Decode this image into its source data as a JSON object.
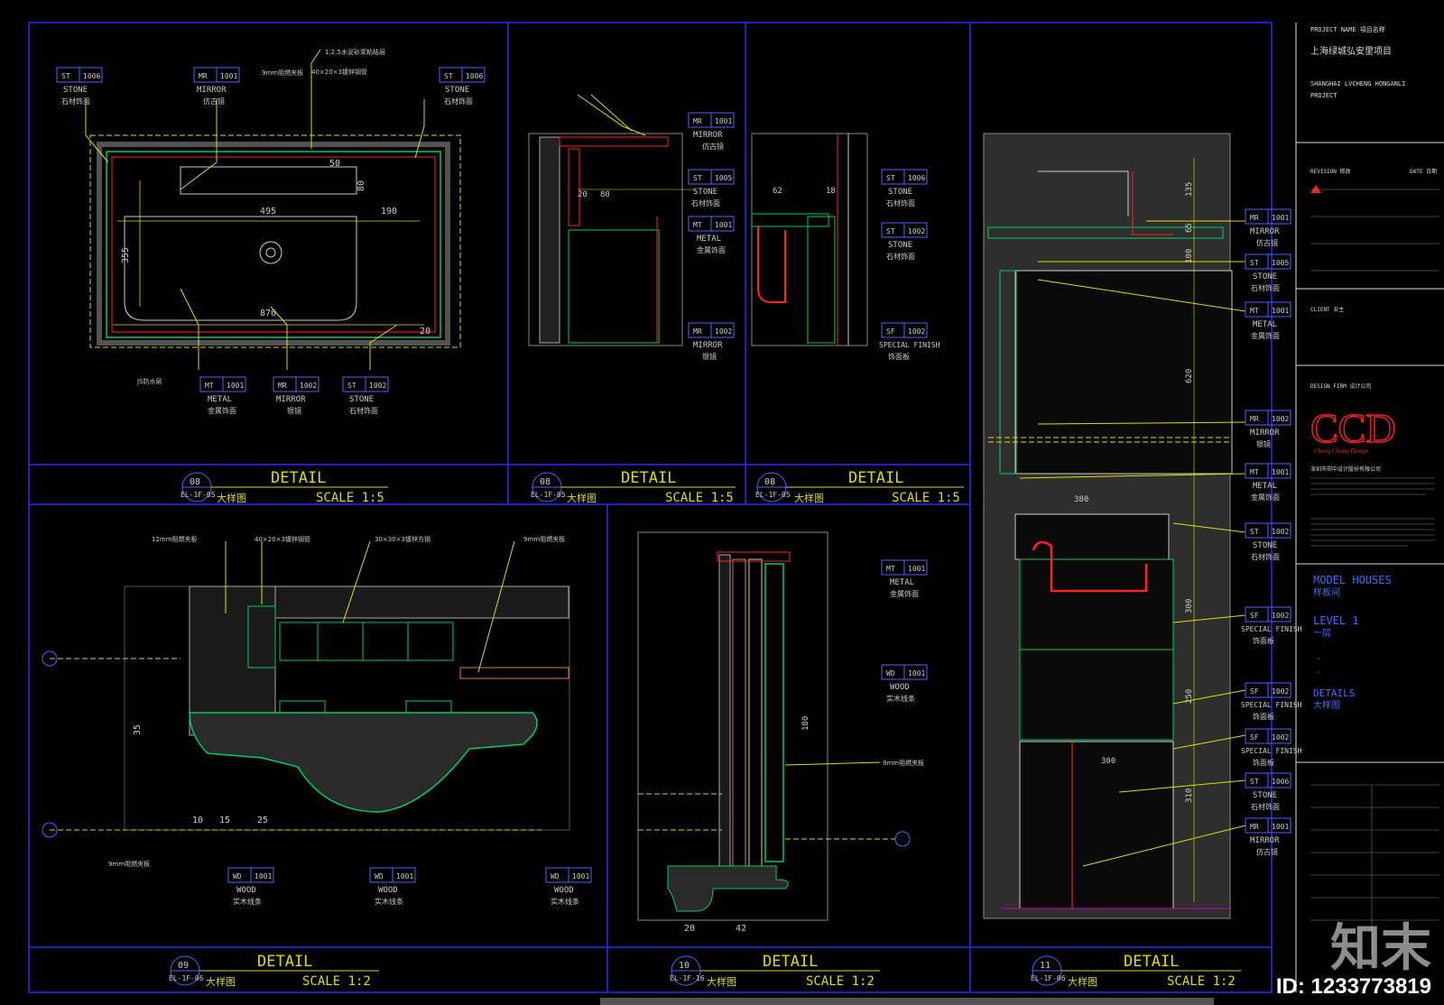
{
  "title_block": {
    "project_name_label": "PROJECT NAME 項目名称",
    "project_cn": "上海绿城弘安里项目",
    "project_en1": "SHANGHAI LVCHENG HONGANLI",
    "project_en2": "PROJECT",
    "revision_label": "REVISION 修改",
    "date_label": "DATE 日期",
    "client_label": "CLIENT 业主",
    "design_firm_label": "DESIGN FIRM 设计公司",
    "logo": "CCD",
    "logo_sub": "Cheng Chung Design",
    "firm_cn": "深圳市郑中设计股份有限公司",
    "model_houses": "MODEL HOUSES",
    "model_houses_cn": "样板间",
    "level": "LEVEL 1",
    "level_cn": "一层",
    "dash1": "-",
    "dash2": "-",
    "details": "DETAILS",
    "details_cn": "大样图"
  },
  "panels": {
    "p1": {
      "num": "08",
      "ref": "EL-1F-05",
      "cn": "大样图",
      "title": "DETAIL",
      "scale": "SCALE 1:5"
    },
    "p2": {
      "num": "08",
      "ref": "EL-1F-05",
      "cn": "大样图",
      "title": "DETAIL",
      "scale": "SCALE 1:5"
    },
    "p3": {
      "num": "08",
      "ref": "EL-1F-05",
      "cn": "大样图",
      "title": "DETAIL",
      "scale": "SCALE 1:5"
    },
    "p4": {
      "num": "09",
      "ref": "EL-1F-06",
      "cn": "大样图",
      "title": "DETAIL",
      "scale": "SCALE 1:2"
    },
    "p5": {
      "num": "10",
      "ref": "EL-1F-16",
      "cn": "大样图",
      "title": "DETAIL",
      "scale": "SCALE 1:2"
    },
    "p6": {
      "num": "11",
      "ref": "EL-1F-06",
      "cn": "大样图",
      "title": "DETAIL",
      "scale": "SCALE 1:2"
    }
  },
  "tags": {
    "st1006": {
      "code": "ST",
      "num": "1006",
      "en": "STONE",
      "cn": "石材饰面"
    },
    "mr1001": {
      "code": "MR",
      "num": "1001",
      "en": "MIRROR",
      "cn": "仿古镜"
    },
    "mt1001": {
      "code": "MT",
      "num": "1001",
      "en": "METAL",
      "cn": "金属饰面"
    },
    "mr1002": {
      "code": "MR",
      "num": "1002",
      "en": "MIRROR",
      "cn": "银镜"
    },
    "st1002": {
      "code": "ST",
      "num": "1002",
      "en": "STONE",
      "cn": "石材饰面"
    },
    "st1005": {
      "code": "ST",
      "num": "1005",
      "en": "STONE",
      "cn": "石材饰面"
    },
    "sf1002": {
      "code": "SF",
      "num": "1002",
      "en": "SPECIAL FINISH",
      "cn": "饰面板"
    },
    "wd1001": {
      "code": "WD",
      "num": "1001",
      "en": "WOOD",
      "cn": "实木线条"
    }
  },
  "dims": {
    "d1": "355",
    "d2": "495",
    "d3": "190",
    "d4": "876",
    "d5": "50",
    "d6": "20",
    "d7": "80",
    "d8": "380",
    "d9": "300",
    "d10": "620",
    "d11": "250",
    "d12": "310",
    "d13": "135",
    "d14": "65",
    "d15": "100",
    "d16": "35",
    "d17": "25",
    "d18": "10",
    "d19": "15",
    "d20": "180",
    "d21": "42",
    "d22": "62",
    "d23": "18"
  },
  "notes": {
    "n1": "1:2.5水泥砂浆粘结层",
    "n2": "40×20×3镀锌钢管",
    "n3": "9mm阻燃夹板",
    "n4": "12mm阻燃夹板",
    "n5": "30×30×3镀锌方钢",
    "n6": "JS防水层"
  },
  "watermark": {
    "logo": "知末",
    "id": "ID: 1233773819"
  }
}
